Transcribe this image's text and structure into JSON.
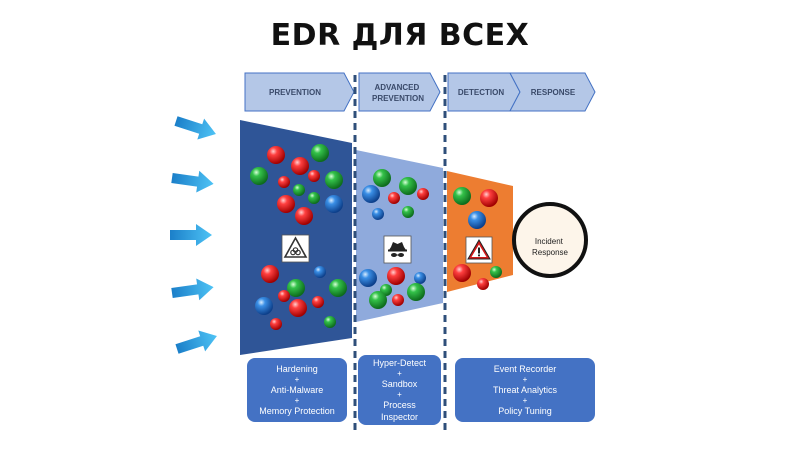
{
  "title": "EDR ДЛЯ ВСЕХ",
  "stages": [
    {
      "label_lines": [
        "PREVENTION"
      ]
    },
    {
      "label_lines": [
        "ADVANCED",
        "PREVENTION"
      ]
    },
    {
      "label_lines": [
        "DETECTION"
      ]
    },
    {
      "label_lines": [
        "RESPONSE"
      ]
    }
  ],
  "incident": {
    "lines": [
      "Incident",
      "Response"
    ]
  },
  "boxes": [
    {
      "items": [
        "Hardening",
        "Anti-Malware",
        "Memory Protection"
      ]
    },
    {
      "items": [
        "Hyper-Detect",
        "Sandbox",
        "Process Inspector"
      ]
    },
    {
      "items": [
        "Event Recorder",
        "Threat Analytics",
        "Policy Tuning"
      ]
    }
  ],
  "separator": "+",
  "icons": [
    "biohazard-icon",
    "spy-hat-icon",
    "warning-icon"
  ],
  "colors": {
    "stage_fill": "#b4c7e7",
    "stage_stroke": "#4472c4",
    "funnel_prevention": "#2f5597",
    "funnel_advanced": "#8faadc",
    "funnel_detection": "#ed7d31",
    "box_fill": "#4472c4",
    "arrow": "#2e9fe0",
    "ball_red": "#e02020",
    "ball_green": "#22a33a",
    "ball_blue": "#2e7fd8"
  }
}
